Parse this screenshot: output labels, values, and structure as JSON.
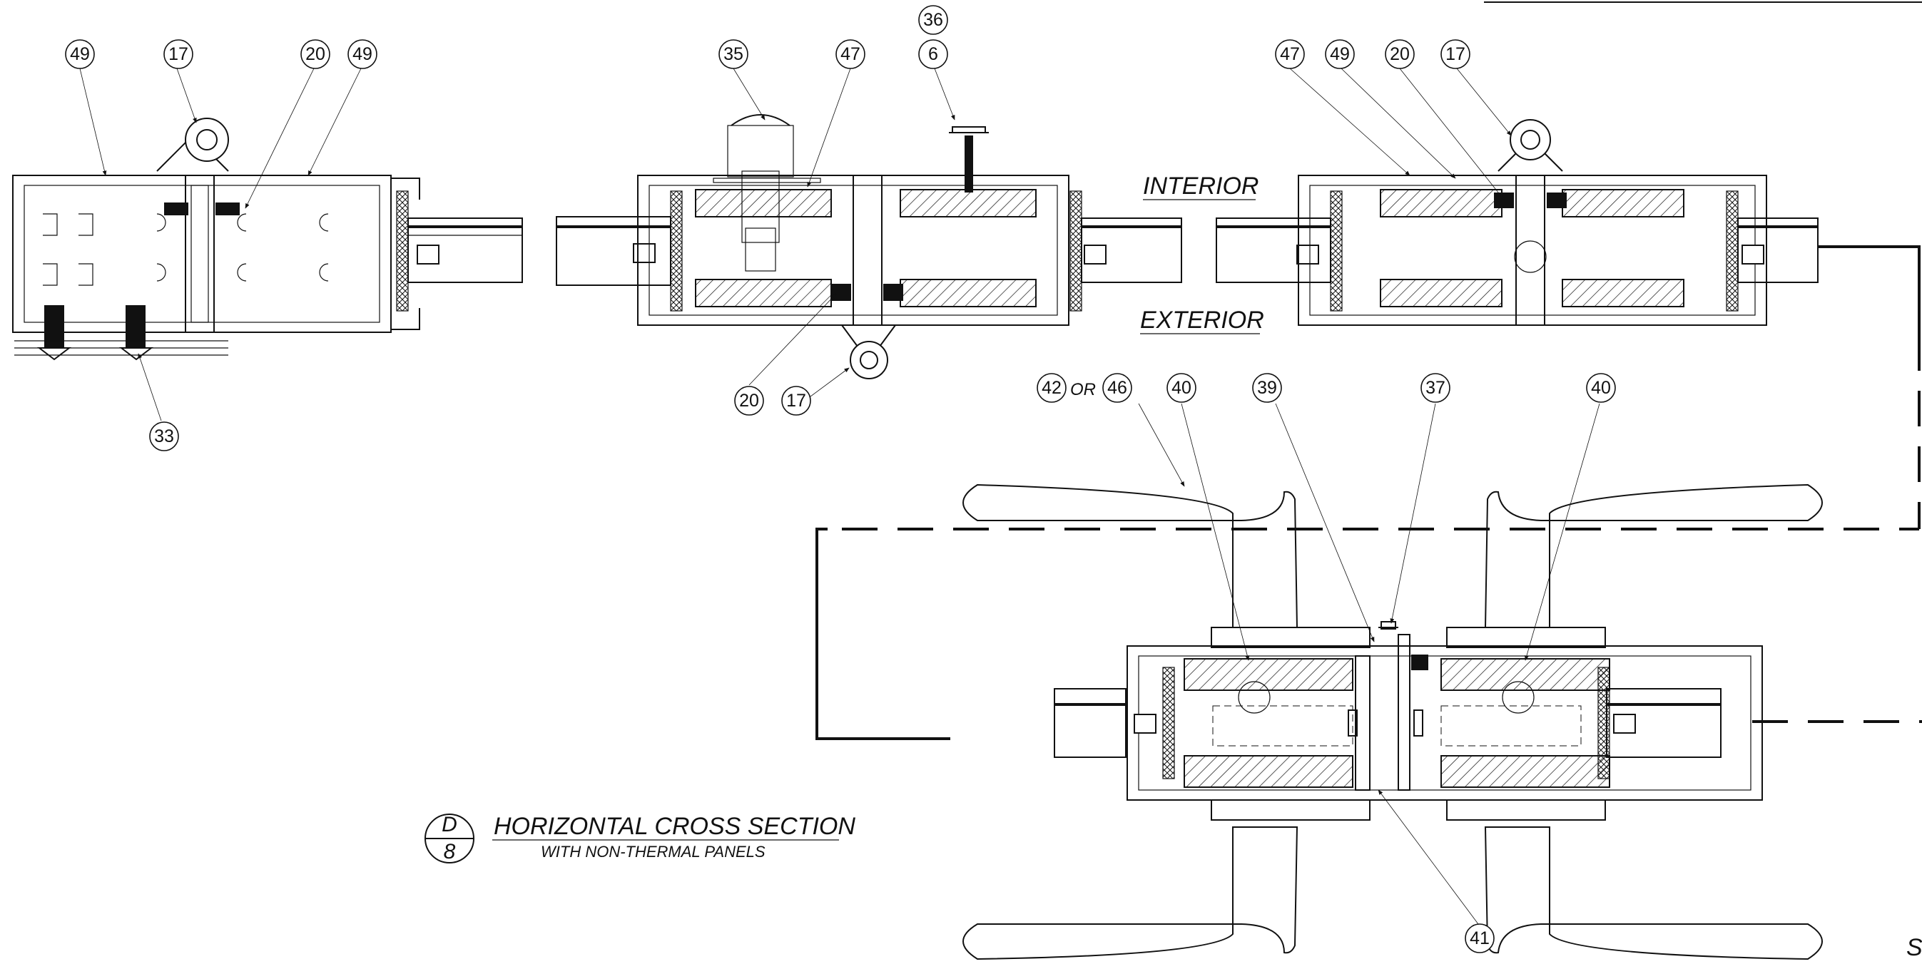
{
  "callouts": {
    "c49a": "49",
    "c17a": "17",
    "c20a": "20",
    "c49b": "49",
    "c33": "33",
    "c35": "35",
    "c47a": "47",
    "c36": "36",
    "c6": "6",
    "c20b": "20",
    "c17b": "17",
    "c47b": "47",
    "c49c": "49",
    "c20c": "20",
    "c17c": "17",
    "c42": "42",
    "c46": "46",
    "c40a": "40",
    "c39": "39",
    "c37": "37",
    "c40b": "40",
    "c41": "41"
  },
  "labels": {
    "interior": "INTERIOR",
    "exterior": "EXTERIOR",
    "or": "OR",
    "section_letter": "D",
    "section_number": "8",
    "section_title": "HORIZONTAL CROSS SECTION",
    "section_subtitle": "WITH NON-THERMAL PANELS",
    "edge_letter": "S"
  }
}
